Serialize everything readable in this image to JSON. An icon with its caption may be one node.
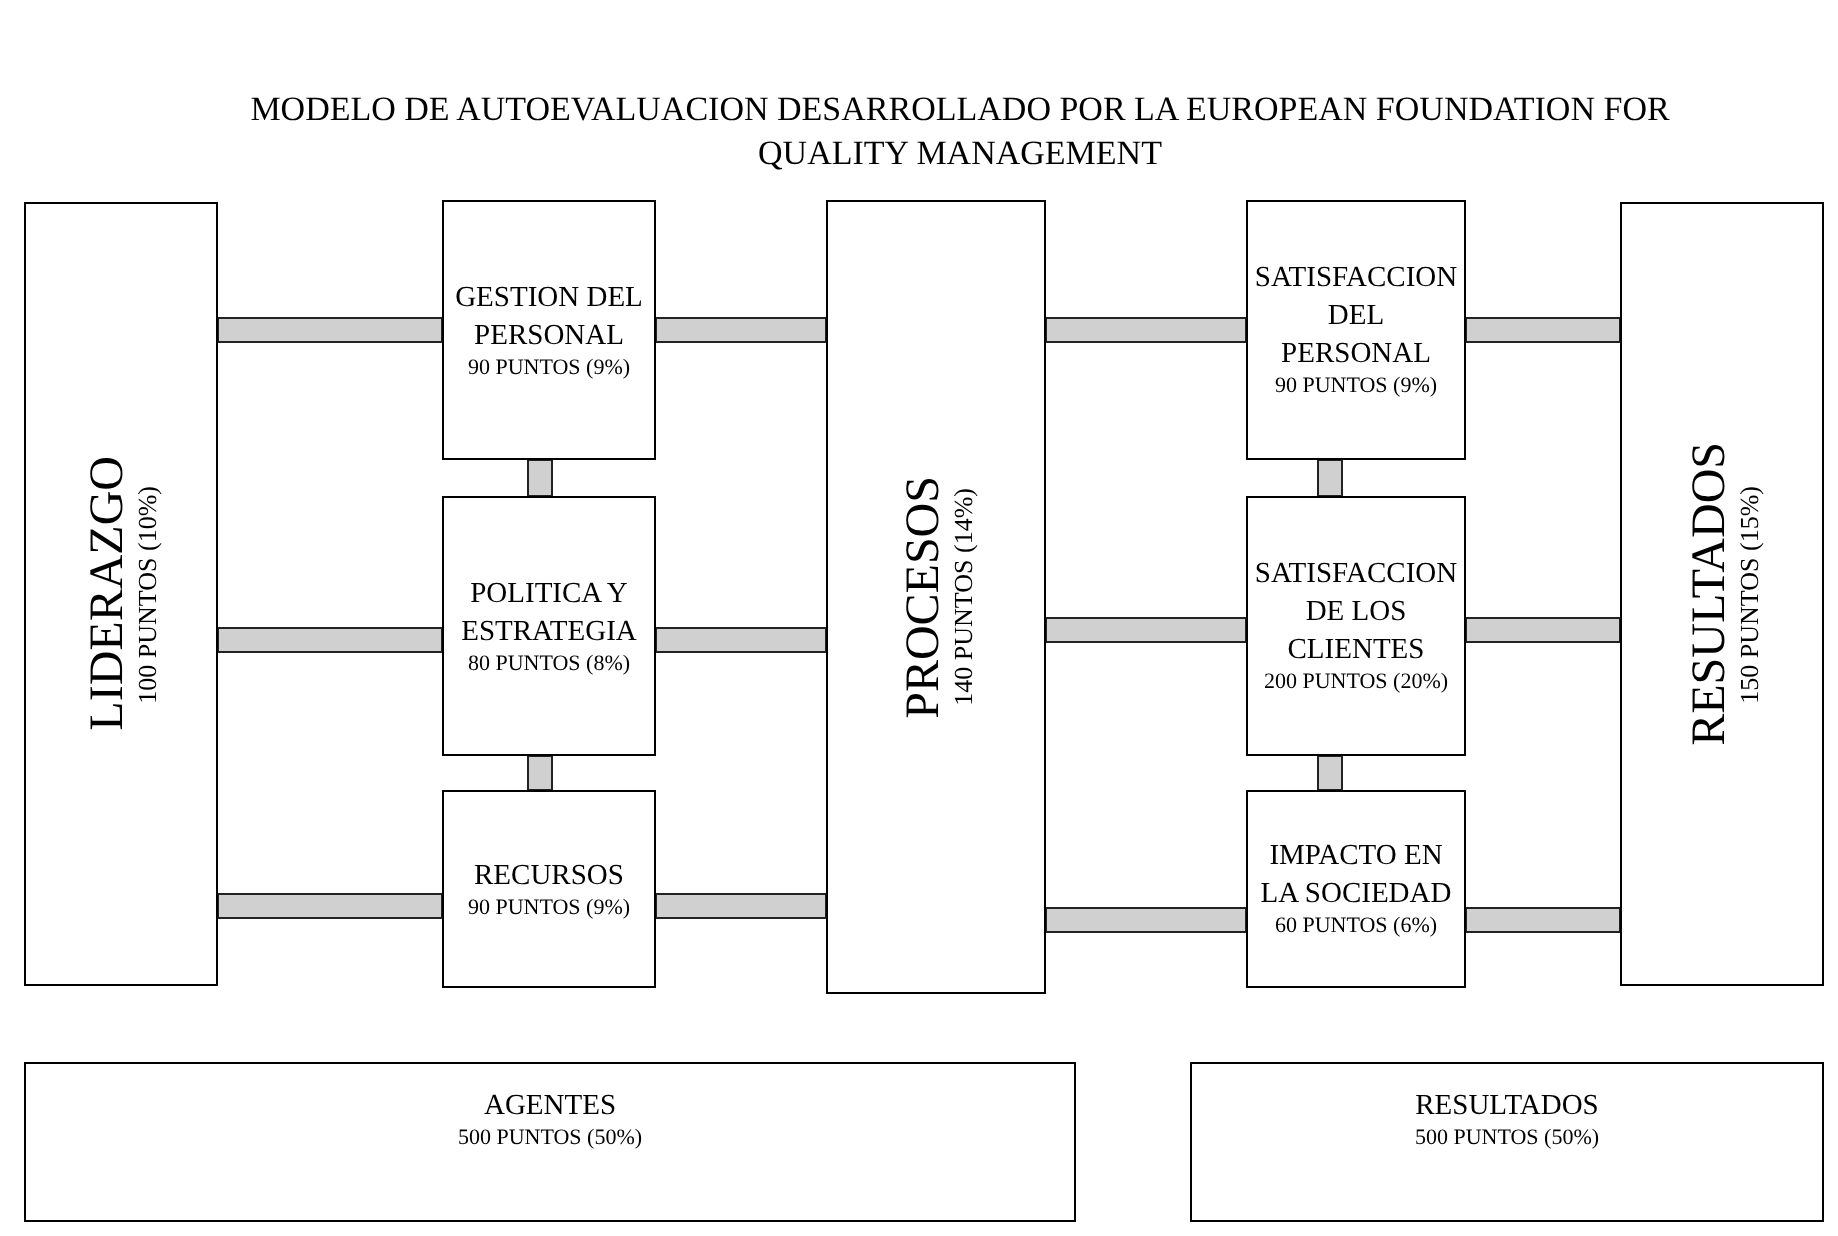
{
  "diagram": {
    "title": "MODELO DE AUTOEVALUACION DESARROLLADO POR LA EUROPEAN FOUNDATION FOR QUALITY MANAGEMENT",
    "nodes": [
      {
        "text": [
          "LIDERAZGO",
          "100 PUNTOS (10%)"
        ]
      },
      {
        "text": [
          "GESTION DEL PERSONAL",
          "90 PUNTOS (9%)"
        ]
      },
      {
        "text": [
          "POLITICA Y ESTRATEGIA",
          "80 PUNTOS (8%)"
        ]
      },
      {
        "text": [
          "RECURSOS",
          "90 PUNTOS (9%)"
        ]
      },
      {
        "text": [
          "PROCESOS",
          "140 PUNTOS (14%)"
        ]
      },
      {
        "text": [
          "SATISFACCION DEL PERSONAL",
          "90 PUNTOS (9%)"
        ]
      },
      {
        "text": [
          "SATISFACCION DE LOS CLIENTES",
          "200 PUNTOS (20%)"
        ]
      },
      {
        "text": [
          "IMPACTO EN LA SOCIEDAD",
          "60 PUNTOS (6%)"
        ]
      },
      {
        "text": [
          "RESULTADOS",
          "150 PUNTOS (15%)"
        ]
      },
      {
        "text": [
          "AGENTES",
          "500 PUNTOS (50%)"
        ]
      },
      {
        "text": [
          "RESULTADOS",
          "500 PUNTOS (50%)"
        ]
      }
    ],
    "edges": [
      {
        "from": 0,
        "to": 1,
        "arrow": "none"
      },
      {
        "from": 0,
        "to": 2,
        "arrow": "none"
      },
      {
        "from": 0,
        "to": 3,
        "arrow": "none"
      },
      {
        "from": 1,
        "to": 2,
        "arrow": "none"
      },
      {
        "from": 2,
        "to": 3,
        "arrow": "none"
      },
      {
        "from": 1,
        "to": 4,
        "arrow": "none"
      },
      {
        "from": 2,
        "to": 4,
        "arrow": "none"
      },
      {
        "from": 3,
        "to": 4,
        "arrow": "none"
      },
      {
        "from": 4,
        "to": 5,
        "arrow": "none"
      },
      {
        "from": 4,
        "to": 6,
        "arrow": "none"
      },
      {
        "from": 4,
        "to": 7,
        "arrow": "none"
      },
      {
        "from": 5,
        "to": 6,
        "arrow": "none"
      },
      {
        "from": 6,
        "to": 7,
        "arrow": "none"
      },
      {
        "from": 5,
        "to": 8,
        "arrow": "none"
      },
      {
        "from": 6,
        "to": 8,
        "arrow": "none"
      },
      {
        "from": 7,
        "to": 8,
        "arrow": "none"
      }
    ]
  }
}
